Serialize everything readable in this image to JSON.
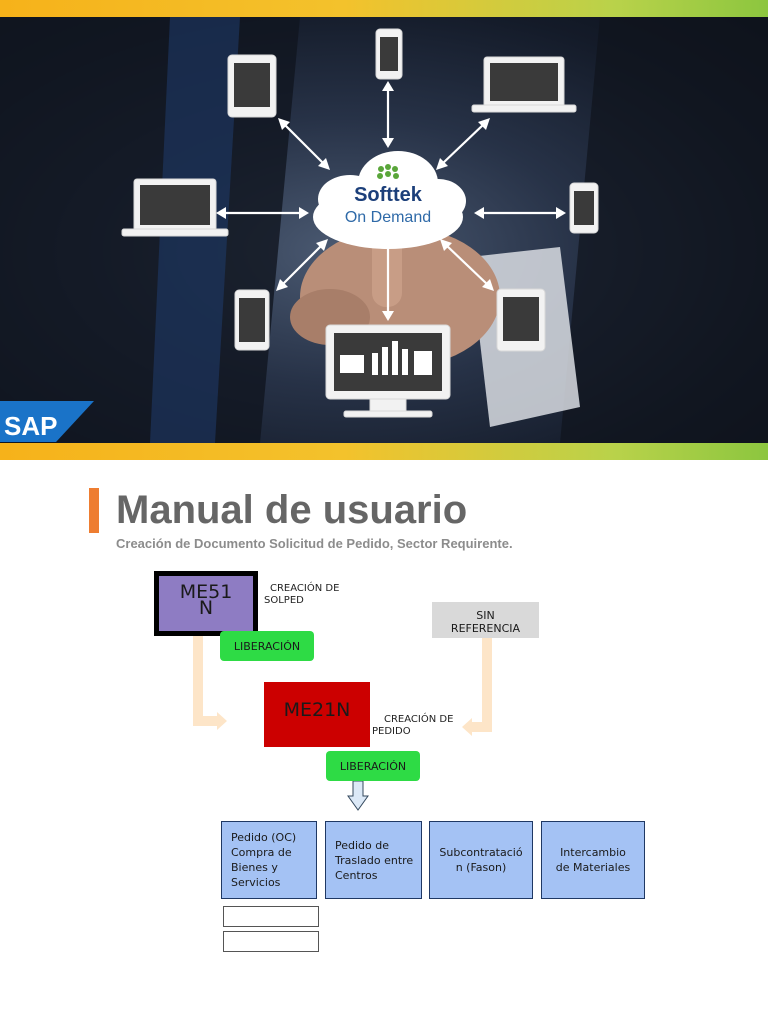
{
  "hero": {
    "brand": "Softtek",
    "brand_tagline": "On Demand",
    "logo": "SAP"
  },
  "doc": {
    "title": "Manual de usuario",
    "subtitle": "Creación de Documento Solicitud de Pedido, Sector Requirente."
  },
  "flow": {
    "me51n": "ME51\nN",
    "me51n_caption": "CREACIÓN DE\nSOLPED",
    "liberacion_1": "LIBERACIÓN",
    "sin_referencia": "SIN\nREFERENCIA",
    "me21n": "ME21N",
    "me21n_caption": "CREACIÓN DE\nPEDIDO",
    "liberacion_2": "LIBERACIÓN",
    "types": [
      "Pedido (OC)\nCompra de\nBienes y\nServicios",
      "Pedido de\nTraslado entre\nCentros",
      "Subcontratació\nn (Fason)",
      "Intercambio\nde Materiales"
    ]
  },
  "colors": {
    "accent": "#ee7d31",
    "me51n_fill": "#8e7cc3",
    "me21n_fill": "#cc0000",
    "liberacion": "#2edb45",
    "type_box": "#a4c2f4",
    "arrow": "#fde5c8"
  }
}
